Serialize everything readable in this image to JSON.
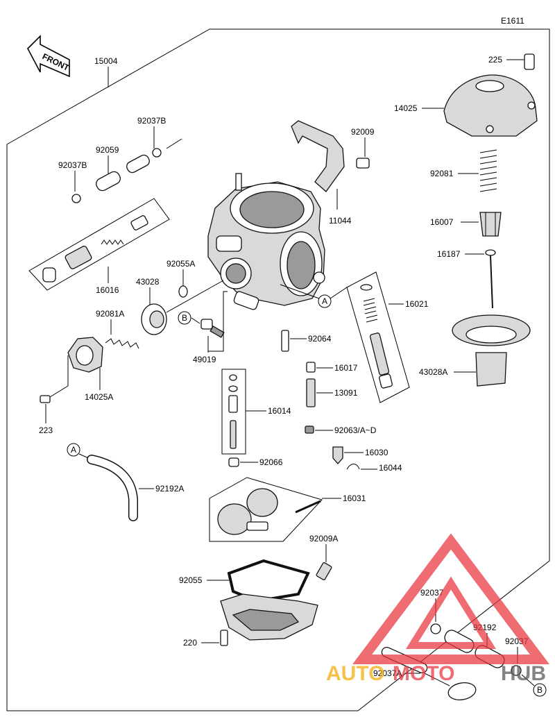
{
  "diagram_code": "E1611",
  "front_label": "FRONT",
  "labels": {
    "l15004": "15004",
    "l92037B_top": "92037B",
    "l92059": "92059",
    "l92037B_left": "92037B",
    "l16016": "16016",
    "l92009": "92009",
    "l11044": "11044",
    "l225": "225",
    "l14025": "14025",
    "l92081": "92081",
    "l16007": "16007",
    "l16187": "16187",
    "l43028A": "43028A",
    "l16021": "16021",
    "l92055A": "92055A",
    "l43028": "43028",
    "l92081A": "92081A",
    "l14025A": "14025A",
    "l223": "223",
    "l49019": "49019",
    "l92064": "92064",
    "l16017": "16017",
    "l13091": "13091",
    "l16014": "16014",
    "l92063": "92063/A~D",
    "l16030": "16030",
    "l16044": "16044",
    "l92066": "92066",
    "l92192A": "92192A",
    "l16031": "16031",
    "l92009A": "92009A",
    "l92055": "92055",
    "l220": "220",
    "l92037_r": "92037",
    "l92192": "92192",
    "l92037_rr": "92037",
    "l92037A": "92037A"
  },
  "callouts": {
    "a_center": "A",
    "a_left": "A",
    "b_left": "B",
    "b_bottom": "B"
  },
  "watermark": {
    "part1": "AUTO",
    "part2": "MOTO",
    "part3": "HUB",
    "color_orange": "#f5a800",
    "color_red": "#e8343c",
    "color_gray": "#555555"
  }
}
